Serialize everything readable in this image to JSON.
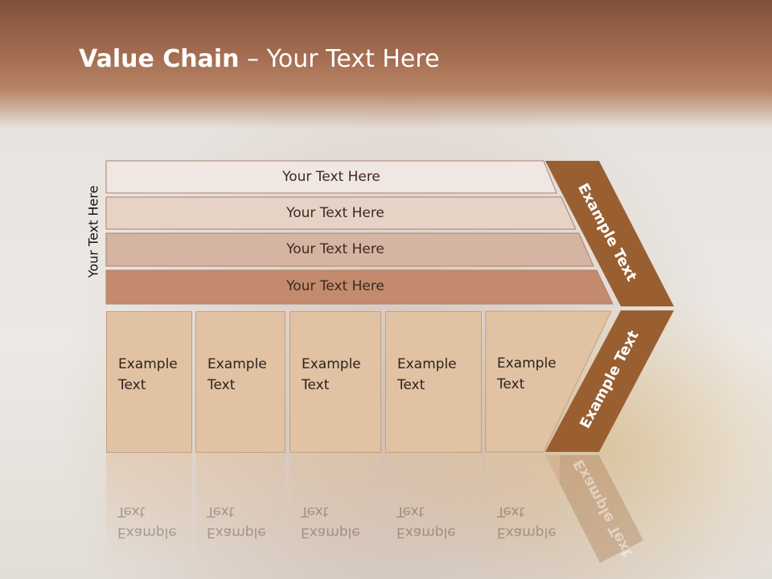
{
  "title": {
    "bold": "Value Chain",
    "rest": " – Your Text Here"
  },
  "vertical_label": "Your Text Here",
  "bars": [
    {
      "label": "Your Text Here",
      "fill": "#f0e7e2"
    },
    {
      "label": "Your Text Here",
      "fill": "#e7d2c6"
    },
    {
      "label": "Your Text Here",
      "fill": "#d6b4a2"
    },
    {
      "label": "Your Text Here",
      "fill": "#c38a6d"
    }
  ],
  "boxes": [
    {
      "label": "Example\nText"
    },
    {
      "label": "Example\nText"
    },
    {
      "label": "Example\nText"
    },
    {
      "label": "Example\nText"
    },
    {
      "label": "Example\nText"
    }
  ],
  "chevron_upper": "Example Text",
  "chevron_lower": "Example Text",
  "colors": {
    "chevron": "#9a5f31",
    "header": "#a56e52"
  }
}
